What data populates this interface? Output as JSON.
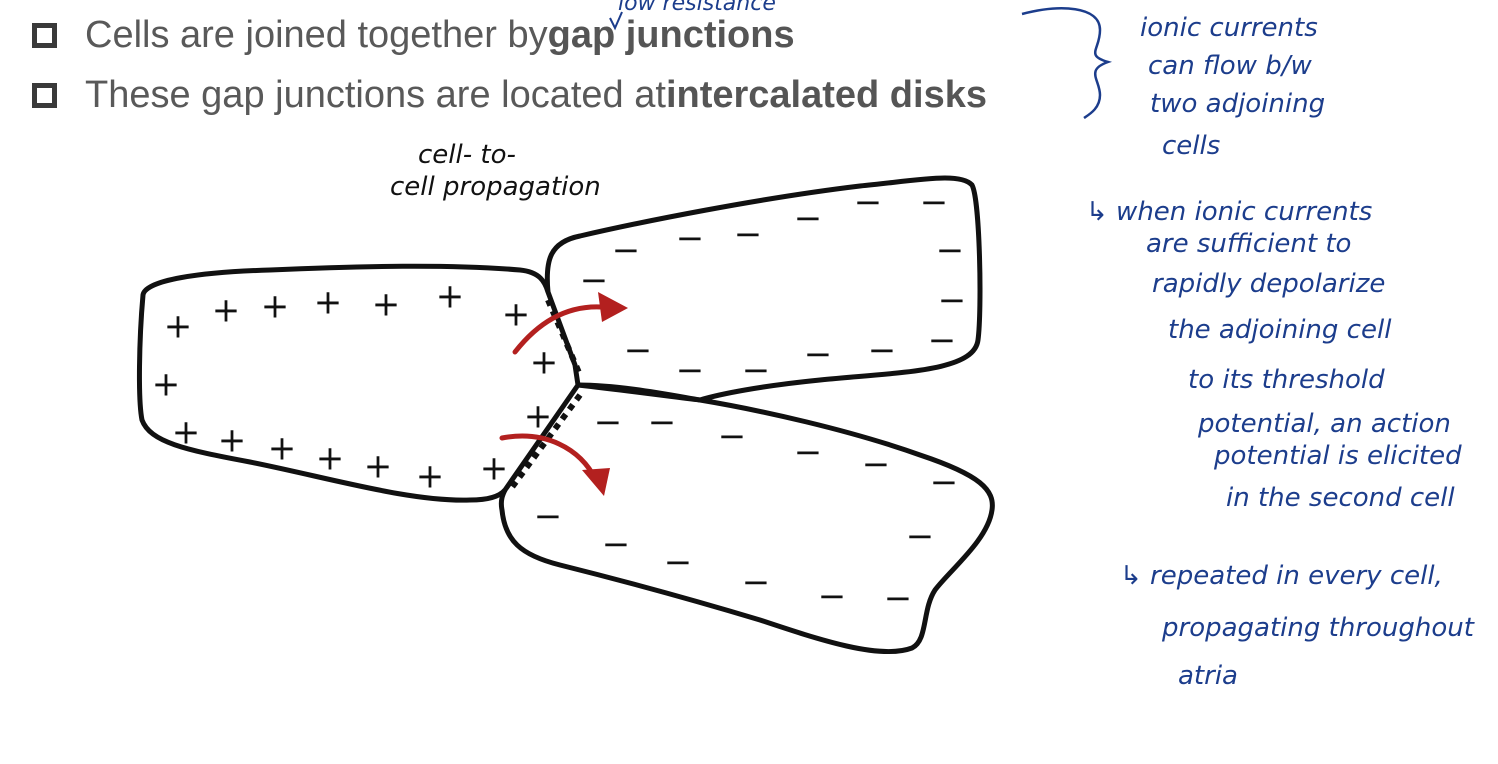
{
  "bullets": [
    {
      "text": "Cells are joined together by ",
      "bold": "gap junctions"
    },
    {
      "text": "These gap junctions are located at ",
      "bold": "intercalated disks"
    }
  ],
  "annotations": {
    "low_resistance": "low resistance",
    "cell_to": "cell- to-",
    "cell_propagation": "cell propagation",
    "ionic_currents": [
      "ionic currents",
      "can flow b/w",
      "two adjoining",
      "cells"
    ],
    "depolarize": [
      "↳ when ionic currents",
      "are sufficient to",
      "rapidly depolarize",
      "the adjoining cell",
      "to its threshold",
      "potential, an action",
      "potential is elicited",
      "in the second cell"
    ],
    "repeated": [
      "↳ repeated in every cell,",
      "propagating throughout",
      "atria"
    ]
  },
  "diagram": {
    "positive_sign": "+",
    "negative_sign": "−",
    "colors": {
      "arrow": "#b3201f",
      "annotation_ink": "#1c3d8c",
      "outline": "#111111"
    }
  }
}
